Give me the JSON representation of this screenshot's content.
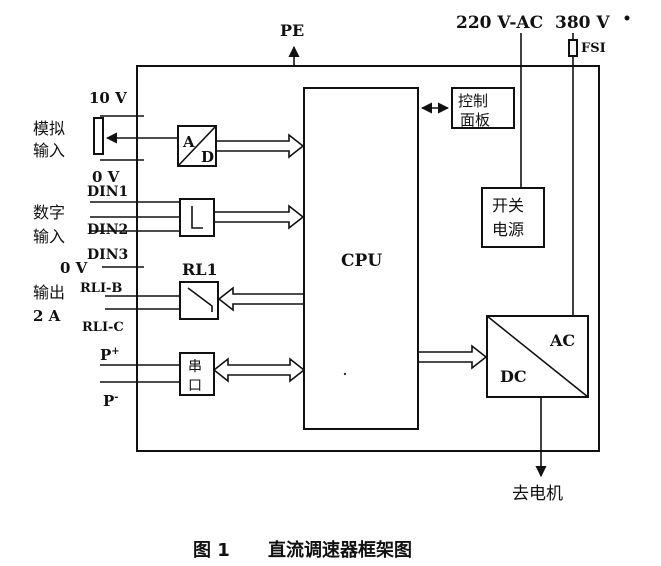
{
  "top": {
    "pe": "PE",
    "ac220": "220 V-AC",
    "ac380": "380 V",
    "fsi": "FSI"
  },
  "inputs": {
    "analog_label": [
      "模拟",
      "输入"
    ],
    "v10": "10 V",
    "v0": "0 V",
    "digital_label": [
      "数字",
      "输入"
    ],
    "din1": "DIN1",
    "din2": "DIN2",
    "din3": "DIN3",
    "out_0v": "0 V",
    "output_label": [
      "输出",
      "2 A"
    ],
    "rl1b": "RLI-B",
    "rl1c": "RLI-C",
    "p_plus": "P",
    "p_minus": "P",
    "sup_plus": "+",
    "sup_minus": "-"
  },
  "blocks": {
    "ad": {
      "a": "A",
      "d": "D"
    },
    "rl1": "RL1",
    "serial": [
      "串",
      "口"
    ],
    "cpu": "CPU",
    "panel": [
      "控制",
      "面板"
    ],
    "psu": [
      "开关",
      "电源"
    ],
    "dc": "DC",
    "ac": "AC"
  },
  "motor": "去电机",
  "caption": {
    "number": "图 1",
    "title": "直流调速器框架图"
  }
}
